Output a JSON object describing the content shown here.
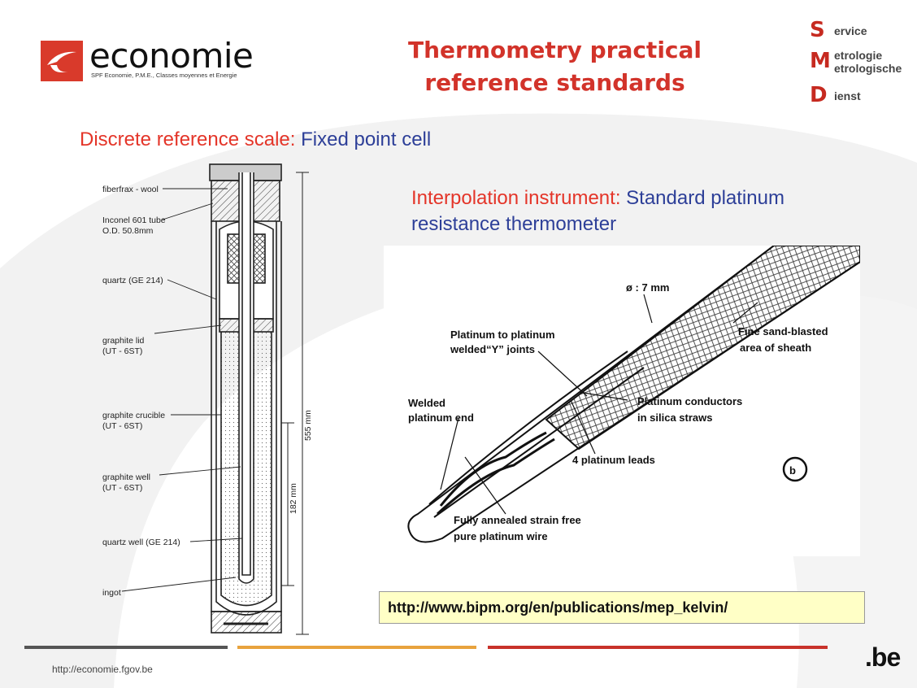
{
  "header": {
    "logo_word": "economie",
    "logo_subtitle": "SPF Economie, P.M.E., Classes moyennes et Energie",
    "title_line1": "Thermometry practical",
    "title_line2": "reference standards",
    "smd": [
      {
        "letter": "S",
        "words": [
          "ervice"
        ]
      },
      {
        "letter": "M",
        "words": [
          "etrologie",
          "etrologische"
        ]
      },
      {
        "letter": "D",
        "words": [
          "ienst"
        ]
      }
    ]
  },
  "content": {
    "discrete_label": "Discrete reference scale",
    "discrete_value": "Fixed point cell",
    "interp_label": "Interpolation instrument",
    "interp_value": "Standard platinum resistance thermometer",
    "url": "http://www.bipm.org/en/publications/mep_kelvin/"
  },
  "left_figure": {
    "labels": [
      "fiberfrax - wool",
      "Inconel 601 tube",
      "O.D. 50.8mm",
      "quartz (GE 214)",
      "graphite lid",
      "(UT - 6ST)",
      "graphite crucible",
      "(UT - 6ST)",
      "graphite well",
      "(UT - 6ST)",
      "quartz well (GE 214)",
      "ingot"
    ],
    "dim_total": "555 mm",
    "dim_immersion": "182 mm"
  },
  "right_figure": {
    "diameter": "ø : 7 mm",
    "joints": [
      "Platinum to platinum",
      "welded“Y” joints"
    ],
    "sheath": [
      "Fine sand-blasted",
      "area of sheath"
    ],
    "welded_end": [
      "Welded",
      "platinum end"
    ],
    "conductors": [
      "Platinum conductors",
      "in silica straws"
    ],
    "leads": "4 platinum leads",
    "wire": [
      "Fully annealed strain free",
      "pure platinum wire"
    ],
    "panel_letter": "b"
  },
  "footer": {
    "url": "http://economie.fgov.be",
    "domain": ".be"
  },
  "colors": {
    "red": "#e43529",
    "blue": "#2d3f98",
    "title_red": "#d2332a",
    "url_box": "#ffffc6",
    "footer_gray": "#555555",
    "footer_orange": "#e8a33d",
    "footer_red": "#c8322a"
  }
}
